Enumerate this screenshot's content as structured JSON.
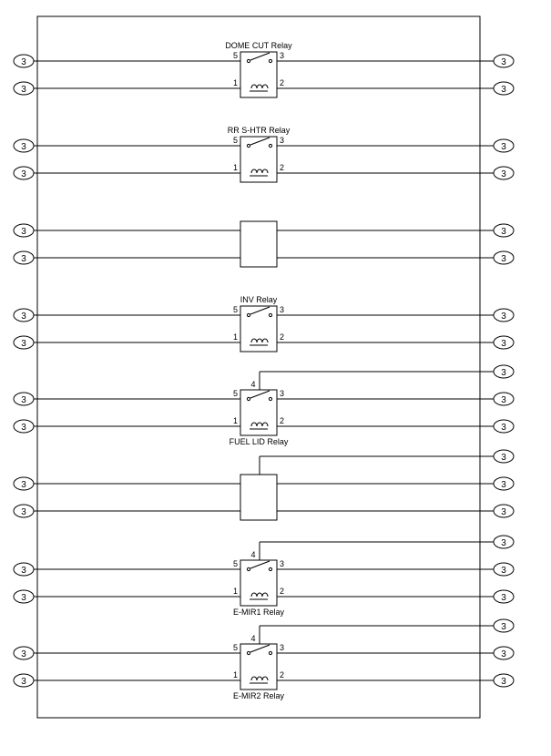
{
  "connector_label": "3",
  "relays": [
    {
      "name": "DOME CUT Relay",
      "kind": "switch",
      "name_pos": "above",
      "pins": {
        "sw_left": "5",
        "sw_right": "3",
        "coil_left": "1",
        "coil_right": "2"
      }
    },
    {
      "name": "RR S-HTR Relay",
      "kind": "switch",
      "name_pos": "above",
      "pins": {
        "sw_left": "5",
        "sw_right": "3",
        "coil_left": "1",
        "coil_right": "2"
      }
    },
    {
      "name": "",
      "kind": "blank",
      "name_pos": "none",
      "pins": {}
    },
    {
      "name": "INV Relay",
      "kind": "switch",
      "name_pos": "above",
      "pins": {
        "sw_left": "5",
        "sw_right": "3",
        "coil_left": "1",
        "coil_right": "2"
      }
    },
    {
      "name": "FUEL LID Relay",
      "kind": "changeover",
      "name_pos": "below",
      "pins": {
        "sw_left": "5",
        "sw_right": "3",
        "common": "4",
        "coil_left": "1",
        "coil_right": "2"
      }
    },
    {
      "name": "",
      "kind": "blank-with-top",
      "name_pos": "none",
      "pins": {}
    },
    {
      "name": "E-MIR1 Relay",
      "kind": "changeover",
      "name_pos": "below",
      "pins": {
        "sw_left": "5",
        "sw_right": "3",
        "common": "4",
        "coil_left": "1",
        "coil_right": "2"
      }
    },
    {
      "name": "E-MIR2 Relay",
      "kind": "changeover",
      "name_pos": "below",
      "pins": {
        "sw_left": "5",
        "sw_right": "3",
        "common": "4",
        "coil_left": "1",
        "coil_right": "2"
      }
    }
  ]
}
